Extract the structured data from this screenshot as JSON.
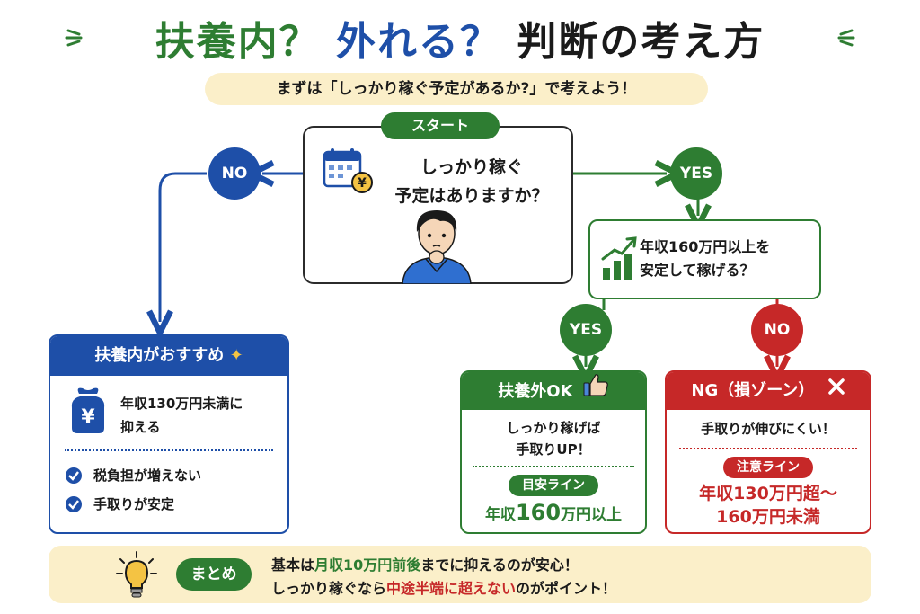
{
  "title": {
    "part1": "扶養内？",
    "part2": "外れる？",
    "part3": "判断の考え方"
  },
  "subtitle": "まずは「しっかり稼ぐ予定があるか?」で考えよう！",
  "start": {
    "tag": "スタート",
    "question_line1": "しっかり稼ぐ",
    "question_line2": "予定はありますか？",
    "icon": "calendar-yen-icon"
  },
  "branches": {
    "no_label": "NO",
    "yes_label": "YES"
  },
  "question2": {
    "line1": "年収160万円以上を",
    "line2": "安定して稼げる？",
    "icon": "growth-chart-icon",
    "yes_label": "YES",
    "no_label": "NO"
  },
  "within": {
    "title": "扶養内がおすすめ",
    "icon": "wallet-yen-icon",
    "desc_line1": "年収130万円未満に",
    "desc_line2": "抑える",
    "checks": [
      "税負担が増えない",
      "手取りが安定"
    ]
  },
  "outside": {
    "title": "扶養外OK",
    "icon": "thumbs-up-icon",
    "desc_line1": "しっかり稼げば",
    "desc_line2": "手取りUP！",
    "pill": "目安ライン",
    "line_prefix": "年収",
    "line_number": "160",
    "line_suffix": "万円以上"
  },
  "ng": {
    "title": "NG（損ゾーン）",
    "icon": "cross-icon",
    "desc": "手取りが伸びにくい！",
    "pill": "注意ライン",
    "range_line1": "年収130万円超〜",
    "range_line2": "160万円未満"
  },
  "summary": {
    "badge": "まとめ",
    "icon": "lightbulb-icon",
    "line1_a": "基本は",
    "line1_b": "月収10万円前後",
    "line1_c": "までに抑えるのが安心！",
    "line2_a": "しっかり稼ぐなら",
    "line2_b": "中途半端に超えない",
    "line2_c": "のがポイント！"
  },
  "colors": {
    "green": "#2e7d32",
    "blue": "#1e4fa8",
    "red": "#c62828",
    "cream": "#fbefc9"
  }
}
